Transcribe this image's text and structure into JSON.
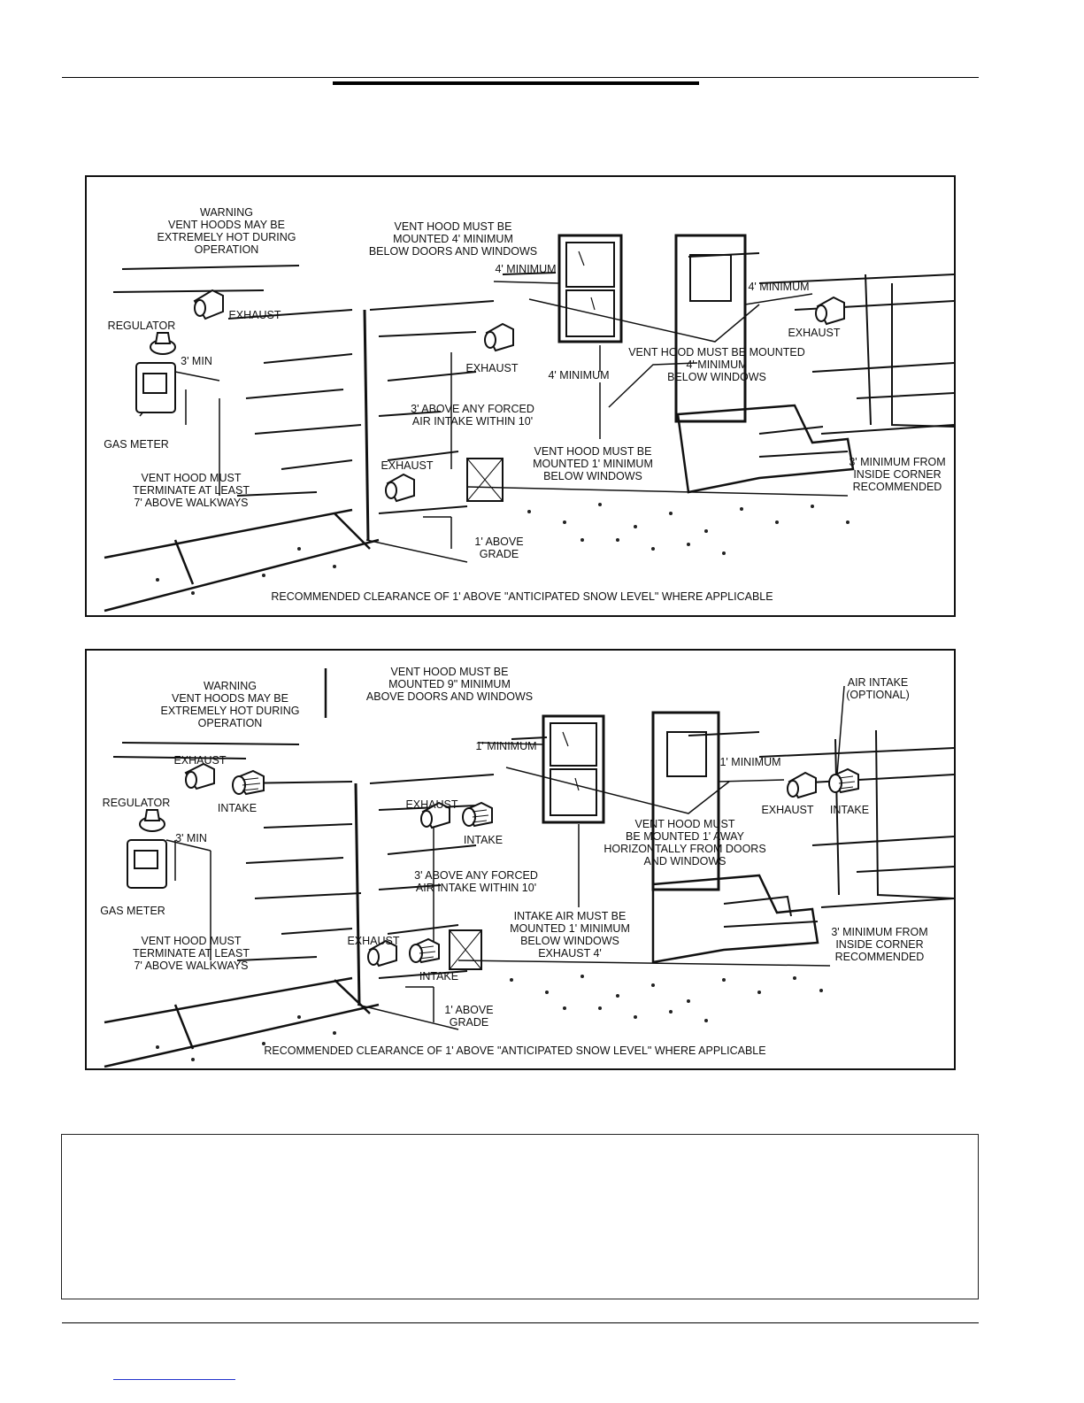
{
  "diagram1": {
    "warning": [
      "WARNING",
      "VENT HOODS MAY BE",
      "EXTREMELY HOT DURING",
      "OPERATION"
    ],
    "door_window_rule": [
      "VENT HOOD MUST BE",
      "MOUNTED 4' MINIMUM",
      "BELOW DOORS AND WINDOWS"
    ],
    "regulator": "REGULATOR",
    "exhaust_a": "EXHAUST",
    "three_min": "3' MIN",
    "gas_meter": "GAS METER",
    "walkway_rule": [
      "VENT HOOD MUST",
      "TERMINATE AT LEAST",
      "7' ABOVE WALKWAYS"
    ],
    "four_min_left": "4' MINIMUM",
    "exhaust_b": "EXHAUST",
    "four_min_below": "4' MINIMUM",
    "forced_air": [
      "3' ABOVE ANY FORCED",
      "AIR INTAKE WITHIN 10'"
    ],
    "exhaust_c": "EXHAUST",
    "one_min_window": [
      "VENT HOOD MUST BE",
      "MOUNTED 1' MINIMUM",
      "BELOW WINDOWS"
    ],
    "four_min_right": "4' MINIMUM",
    "exhaust_d": "EXHAUST",
    "below_windows": [
      "VENT HOOD MUST BE MOUNTED",
      "4' MINIMUM",
      "BELOW WINDOWS"
    ],
    "corner": [
      "3' MINIMUM FROM",
      "INSIDE CORNER",
      "RECOMMENDED"
    ],
    "grade": [
      "1' ABOVE",
      "GRADE"
    ],
    "snow": "RECOMMENDED CLEARANCE OF 1' ABOVE \"ANTICIPATED SNOW LEVEL\" WHERE APPLICABLE"
  },
  "diagram2": {
    "warning": [
      "WARNING",
      "VENT HOODS MAY BE",
      "EXTREMELY HOT DURING",
      "OPERATION"
    ],
    "door_window_rule": [
      "VENT HOOD MUST BE",
      "MOUNTED 9\" MINIMUM",
      "ABOVE DOORS AND WINDOWS"
    ],
    "air_intake": [
      "AIR INTAKE",
      "(OPTIONAL)"
    ],
    "exhaust_a": "EXHAUST",
    "intake_a": "INTAKE",
    "regulator": "REGULATOR",
    "three_min": "3' MIN",
    "gas_meter": "GAS METER",
    "walkway_rule": [
      "VENT HOOD MUST",
      "TERMINATE AT LEAST",
      "7' ABOVE WALKWAYS"
    ],
    "one_min_left": "1' MINIMUM",
    "exhaust_b": "EXHAUST",
    "intake_b": "INTAKE",
    "forced_air": [
      "3' ABOVE ANY FORCED",
      "AIR INTAKE WITHIN 10'"
    ],
    "exhaust_c": "EXHAUST",
    "intake_c": "INTAKE",
    "intake_rule": [
      "INTAKE AIR MUST BE",
      "MOUNTED 1' MINIMUM",
      "BELOW WINDOWS",
      "EXHAUST 4'"
    ],
    "one_min_right": "1' MINIMUM",
    "exhaust_d": "EXHAUST",
    "intake_d": "INTAKE",
    "horizontal_rule": [
      "VENT HOOD MUST",
      "BE MOUNTED 1' AWAY",
      "HORIZONTALLY FROM DOORS",
      "AND WINDOWS"
    ],
    "corner": [
      "3' MINIMUM FROM",
      "INSIDE CORNER",
      "RECOMMENDED"
    ],
    "grade": [
      "1' ABOVE",
      "GRADE"
    ],
    "snow": "RECOMMENDED CLEARANCE OF 1' ABOVE \"ANTICIPATED SNOW LEVEL\" WHERE APPLICABLE"
  }
}
